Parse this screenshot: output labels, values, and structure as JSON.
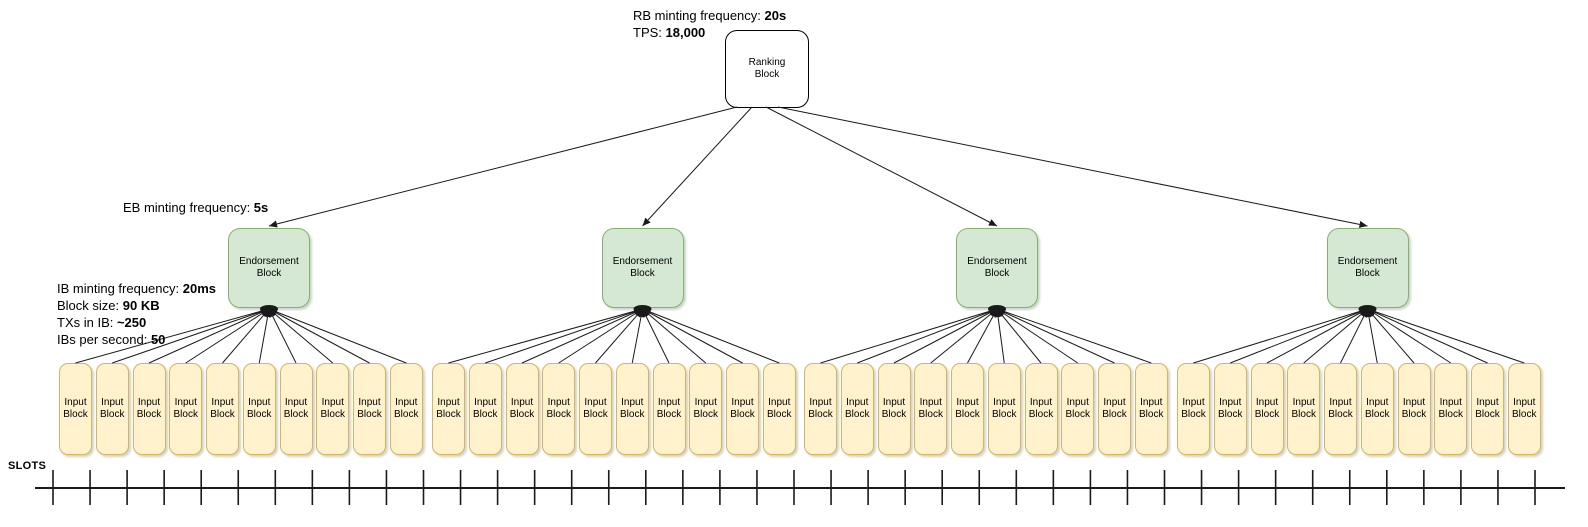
{
  "diagram": {
    "rb_annotation": {
      "lines": [
        {
          "text": "RB minting frequency: ",
          "value": "20s"
        },
        {
          "text": "TPS: ",
          "value": "18,000"
        }
      ]
    },
    "eb_annotation": {
      "lines": [
        {
          "text": "EB minting frequency: ",
          "value": "5s"
        }
      ]
    },
    "ib_annotation": {
      "lines": [
        {
          "text": "IB minting frequency: ",
          "value": "20ms"
        },
        {
          "text": "Block size: ",
          "value": "90 KB"
        },
        {
          "text": "TXs in IB: ",
          "value": "~250"
        },
        {
          "text": "IBs per second: ",
          "value": "50"
        }
      ]
    },
    "slots_label": "SLOTS",
    "ranking_block": {
      "label_lines": [
        "Ranking",
        "Block"
      ],
      "count": 1
    },
    "endorsement_block": {
      "label_lines": [
        "Endorsement",
        "Block"
      ],
      "count": 4
    },
    "input_block": {
      "label_lines": [
        "Input",
        "Block"
      ],
      "per_endorsement": 10,
      "total": 40
    },
    "timeline": {
      "tick_count": 41
    }
  },
  "colors": {
    "background": "#ffffff",
    "ranking_fill": "#ffffff",
    "ranking_border": "#000000",
    "endorsement_fill": "#d5e8d4",
    "endorsement_border": "#82b366",
    "input_fill": "#fff2cc",
    "input_border": "#d6b656",
    "line": "#1a1a1a",
    "text": "#000000"
  }
}
